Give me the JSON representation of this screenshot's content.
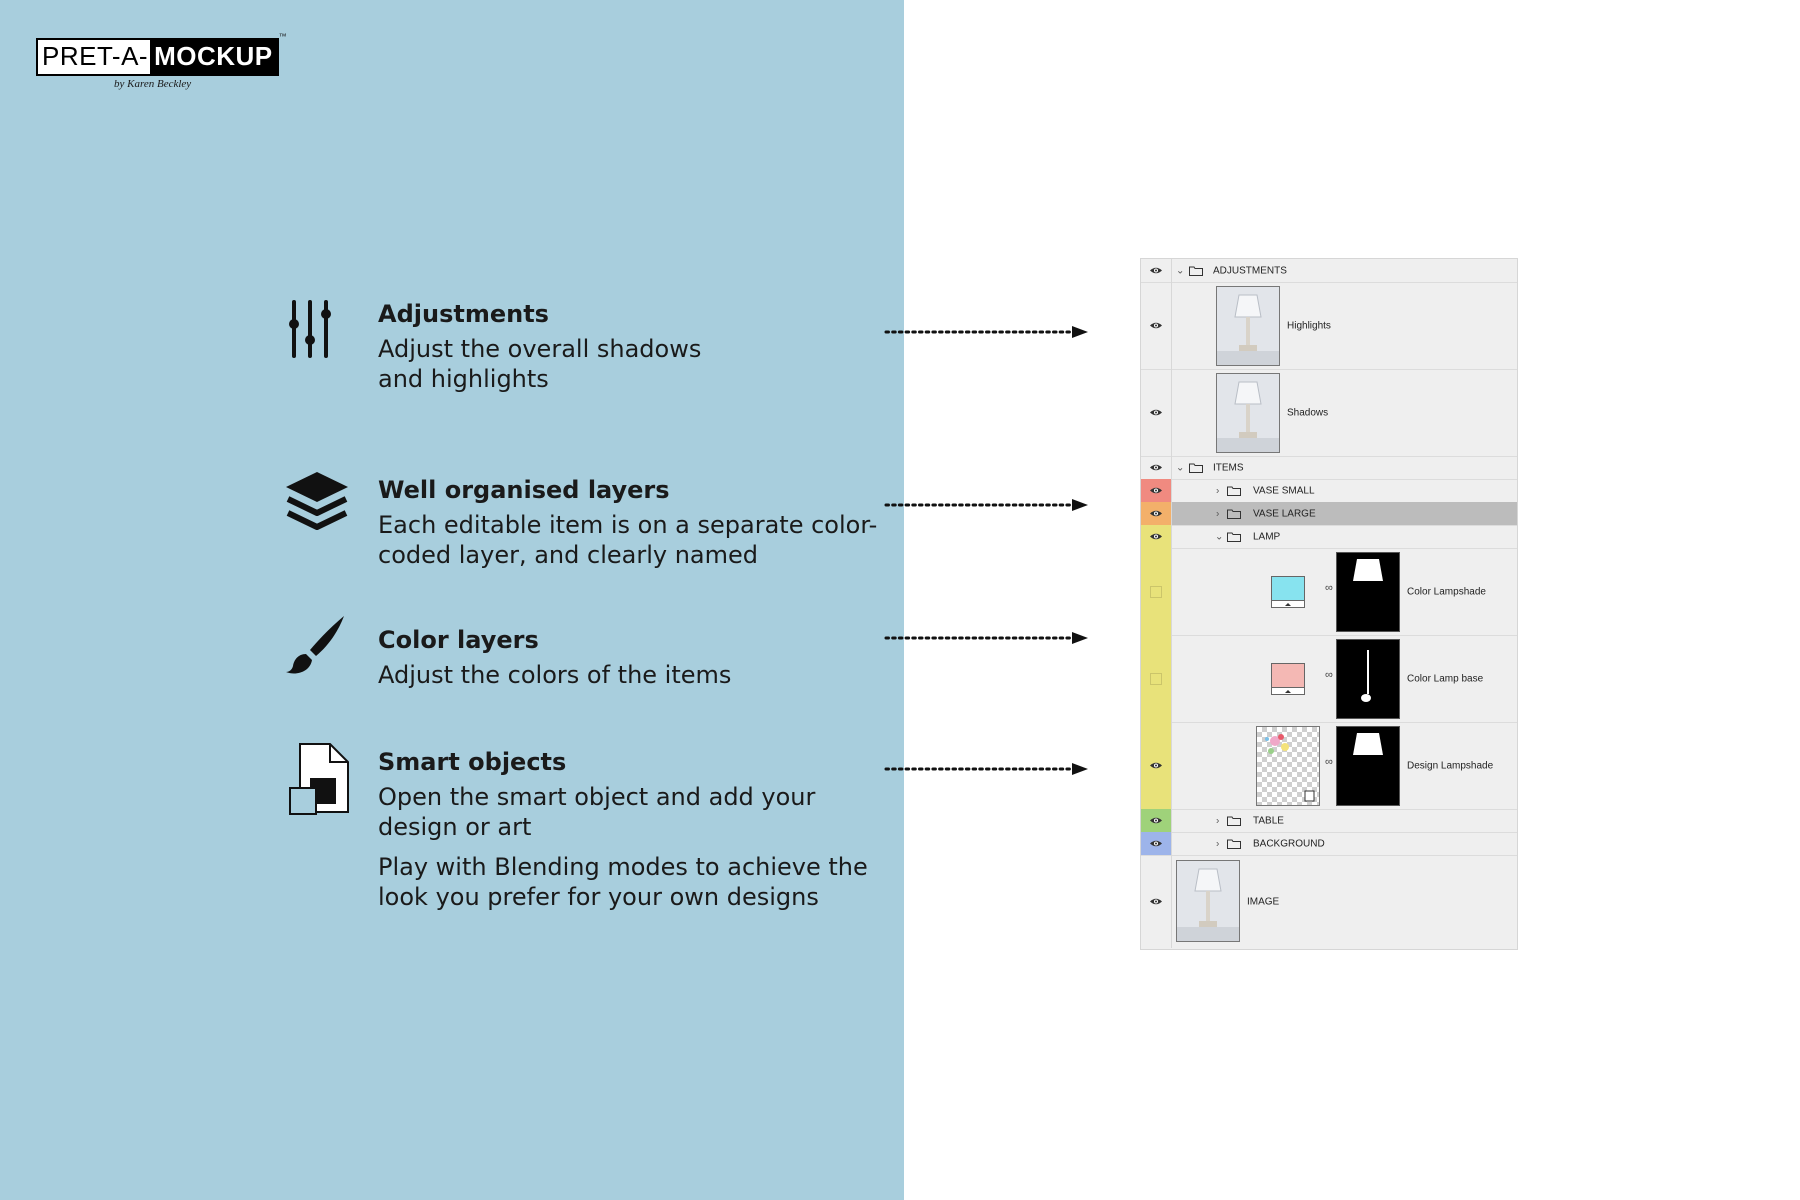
{
  "colors": {
    "left_bg": "#a8cedd",
    "red_tag": "#f08a80",
    "orange_tag": "#f3b06a",
    "yellow_tag": "#e8e27a",
    "green_tag": "#9fd27a",
    "blue_tag": "#9db4ea",
    "selected_row": "#bcbcbc",
    "cyan_fill": "#87e3ef",
    "pink_fill": "#f4b8b4"
  },
  "logo": {
    "part1": "PRET-A-",
    "part2": "MOCKUP",
    "tm": "™",
    "byline": "by Karen Beckley"
  },
  "features": [
    {
      "icon": "sliders-icon",
      "title": "Adjustments",
      "desc": "Adjust the overall shadows and highlights"
    },
    {
      "icon": "layers-icon",
      "title": "Well organised layers",
      "desc": "Each editable item is on a separate color-coded layer, and clearly named"
    },
    {
      "icon": "brush-icon",
      "title": "Color layers",
      "desc": "Adjust the colors of the items"
    },
    {
      "icon": "smart-object-icon",
      "title": "Smart objects",
      "desc": "Open the smart object and add your design or art",
      "desc2": "Play with Blending modes to achieve the look you prefer for your own designs"
    }
  ],
  "layers_panel": {
    "adjustments_group": "ADJUSTMENTS",
    "highlights": "Highlights",
    "shadows": "Shadows",
    "items_group": "ITEMS",
    "vase_small": "VASE SMALL",
    "vase_large": "VASE LARGE",
    "lamp": "LAMP",
    "color_lampshade": "Color Lampshade",
    "color_lamp_base": "Color Lamp base",
    "design_lampshade": "Design Lampshade",
    "table": "TABLE",
    "background": "BACKGROUND",
    "image": "IMAGE"
  }
}
